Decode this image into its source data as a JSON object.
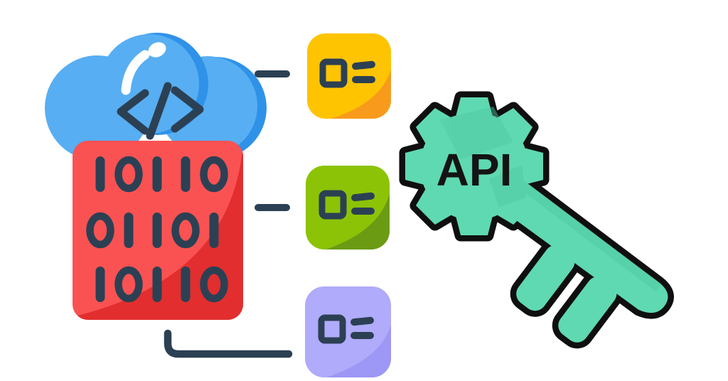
{
  "illustration": {
    "background": "#ffffff",
    "cloud": {
      "name": "code cloud",
      "color": "#57AEF2",
      "shade": "#2F92E8",
      "highlight": "#ffffff",
      "code_symbol": "</>"
    },
    "binary_block": {
      "color": "#FA5252",
      "shade": "#E22E2E",
      "digit_color": "#2C4054",
      "rows": [
        "10110",
        "01101",
        "10110"
      ]
    },
    "connectors": {
      "color": "#2C4054"
    },
    "icon_color": "#2C4054",
    "cards": [
      {
        "name": "card-yellow",
        "color": "#FEC401",
        "shade": "#F89B1C",
        "icon": "list-item-icon"
      },
      {
        "name": "card-green",
        "color": "#8CC306",
        "shade": "#6B9B13",
        "icon": "list-item-icon"
      },
      {
        "name": "card-purple",
        "color": "#B0ABFA",
        "shade": "#9D97F5",
        "icon": "list-item-icon"
      }
    ],
    "api_key": {
      "label": "API",
      "color": "#5FD9B1",
      "shade": "#4FC9A2",
      "outline": "#0F0F0F",
      "text_color": "#141414"
    }
  }
}
